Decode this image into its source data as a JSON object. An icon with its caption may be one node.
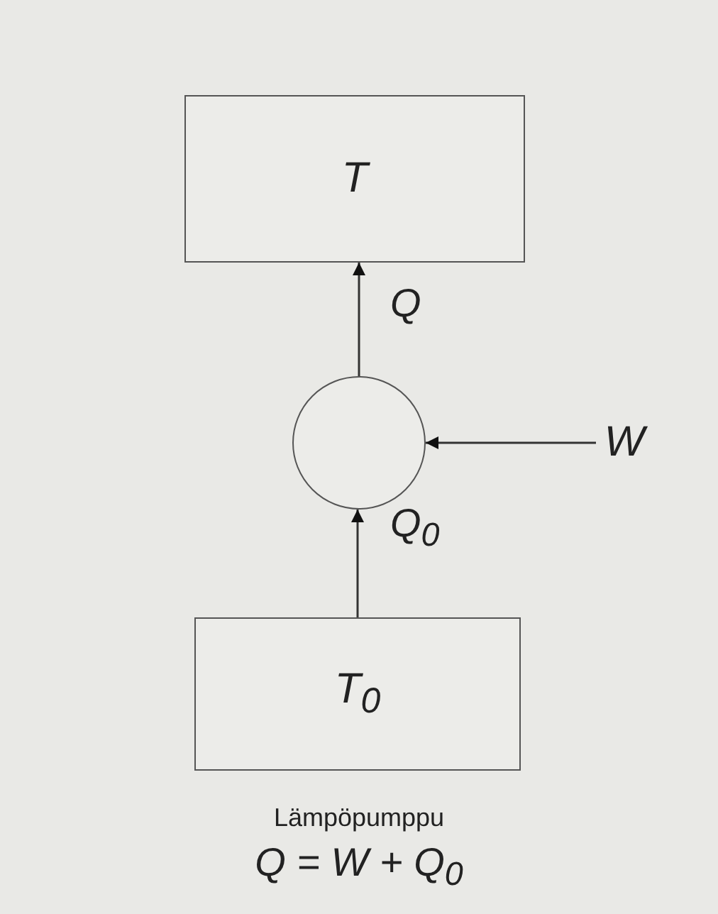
{
  "diagram": {
    "nodes": [
      {
        "text": [
          "T"
        ]
      },
      {
        "text": [],
        "shape": "circle"
      },
      {
        "text": [
          "T$_{0}$"
        ]
      },
      {
        "text": [
          "W"
        ]
      }
    ],
    "edges": [
      {
        "from": 1,
        "to": 0,
        "arrow": "to",
        "label": "Q"
      },
      {
        "from": 2,
        "to": 1,
        "arrow": "to",
        "label": "Q$_{0}$"
      },
      {
        "from": 3,
        "to": 1,
        "arrow": "to"
      }
    ],
    "labels": [
      "Lämpöpumppu",
      "Q = W + Q$_{0}$"
    ]
  }
}
